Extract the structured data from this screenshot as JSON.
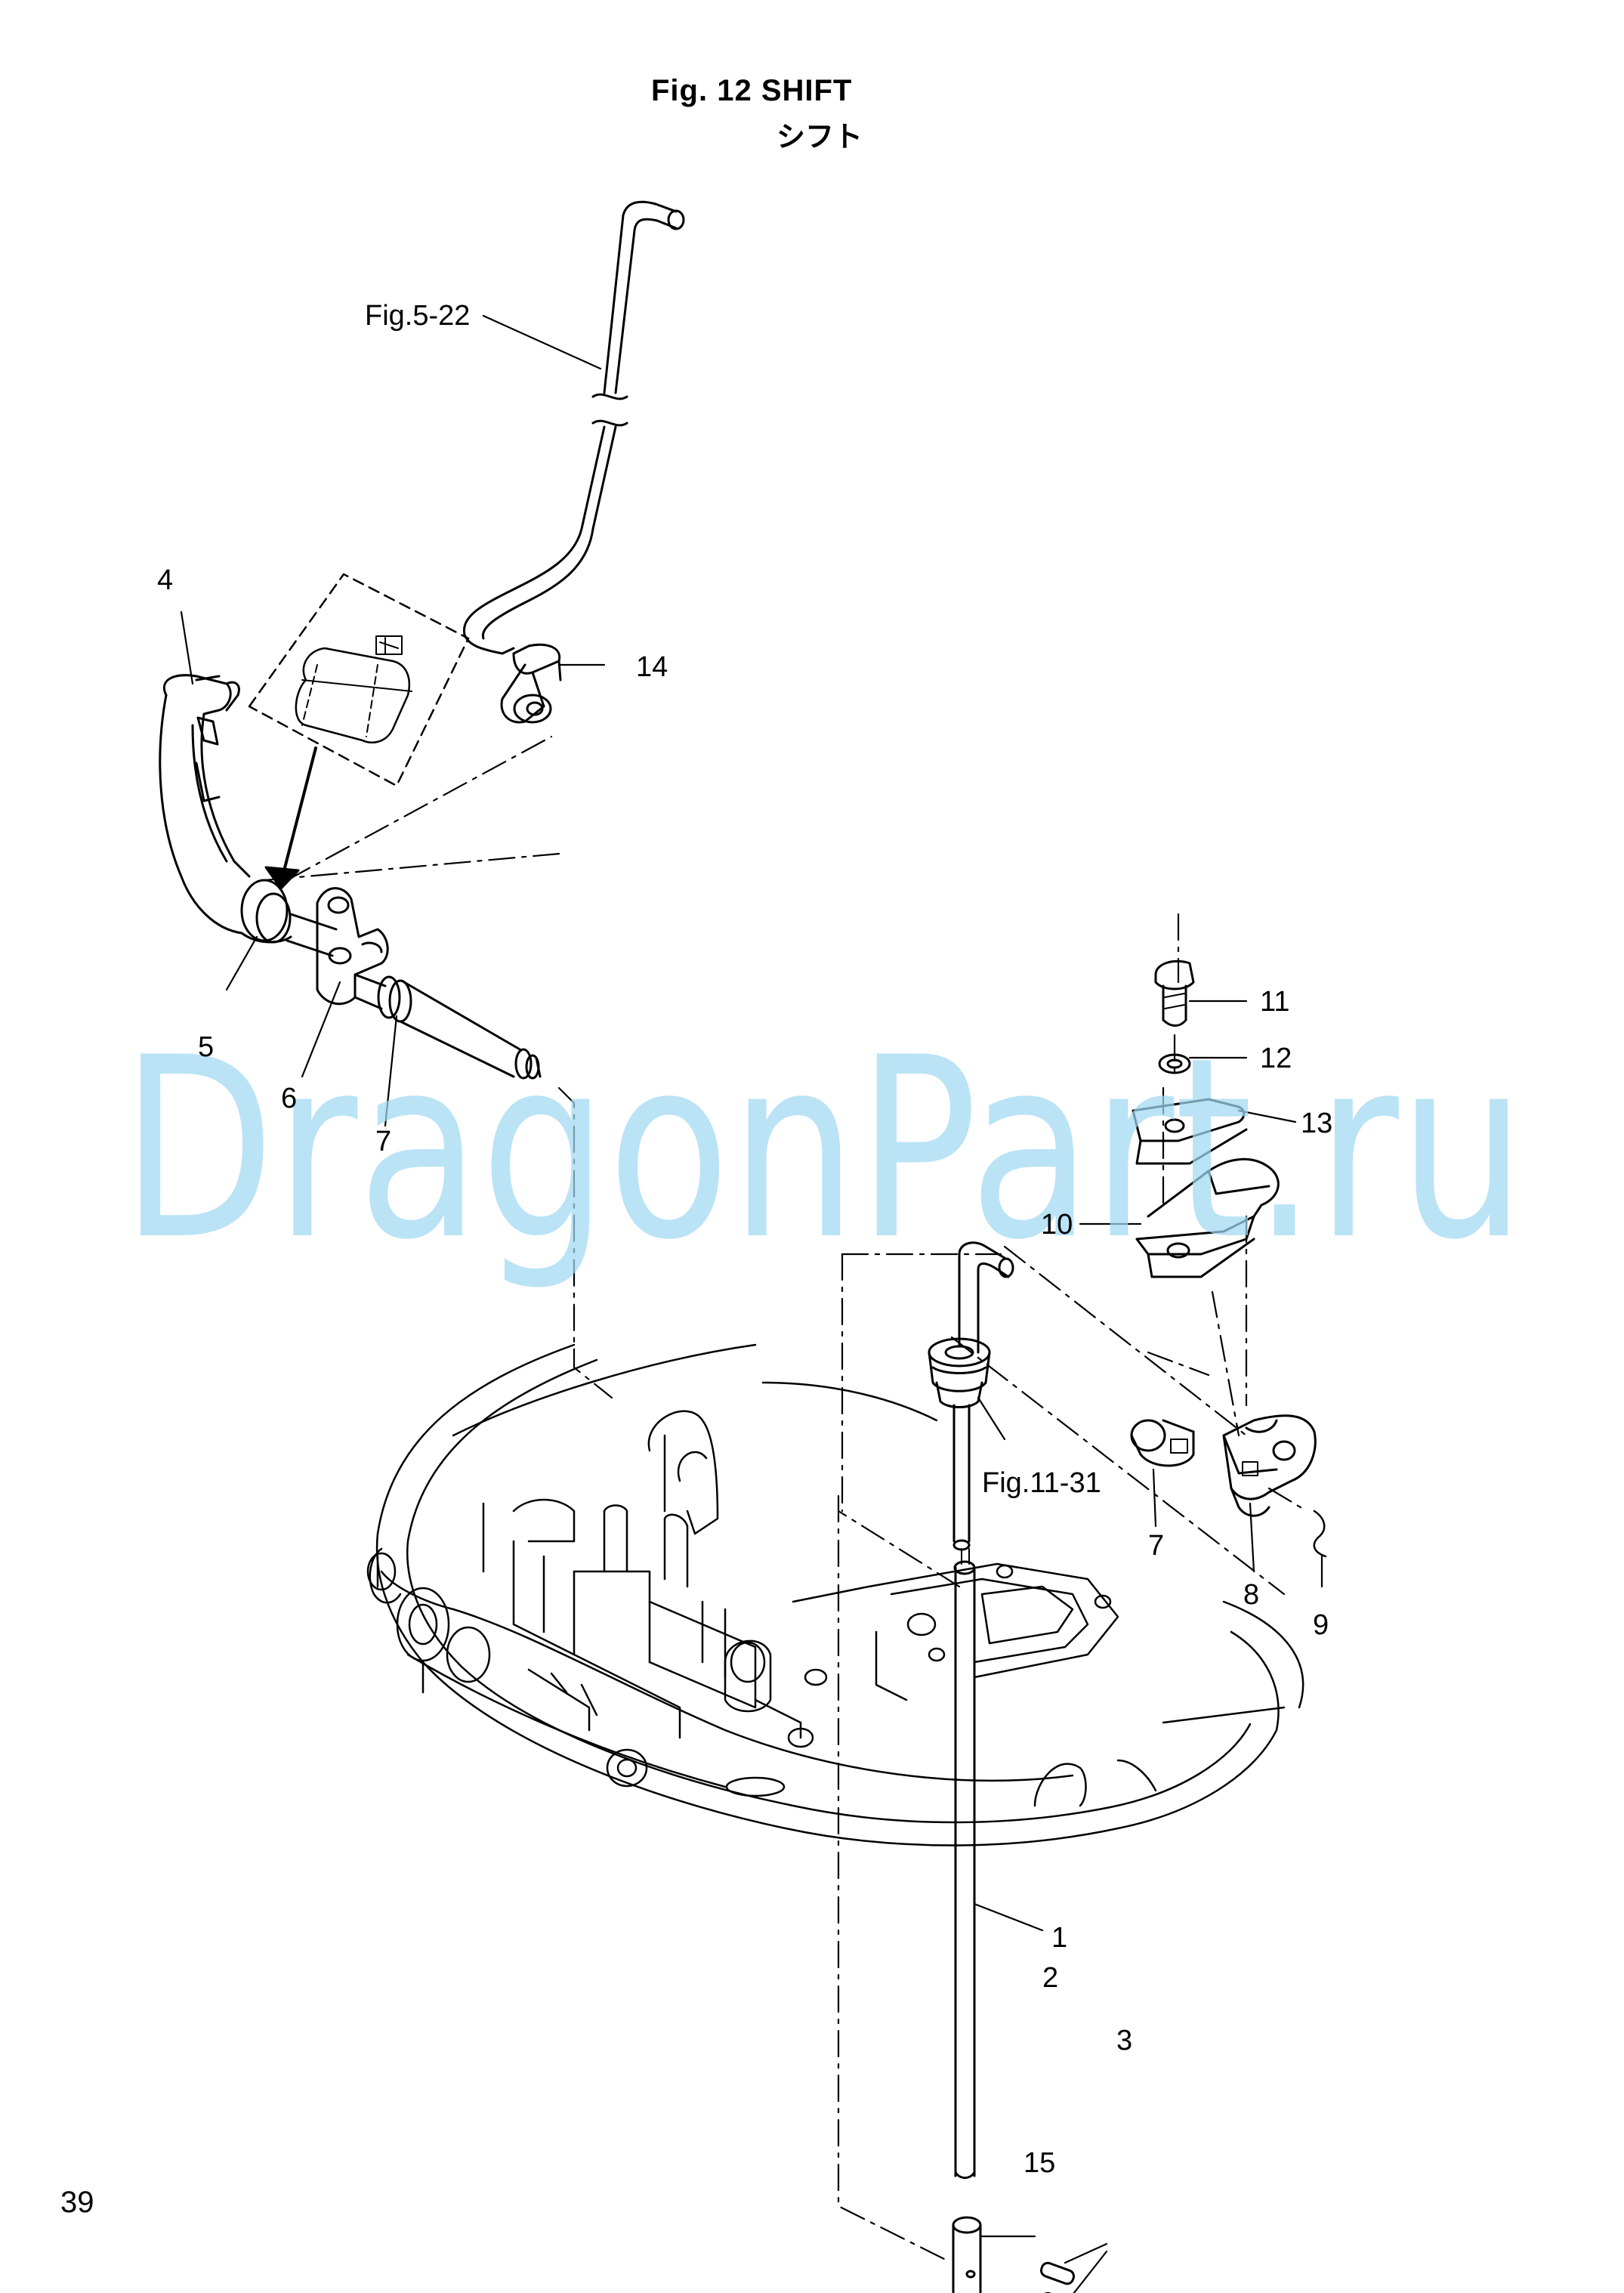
{
  "figure": {
    "title": "Fig. 12   SHIFT",
    "subtitle": "シフト",
    "page_number": "39",
    "watermark": "DragonPart.ru"
  },
  "callouts": {
    "c1": "1",
    "c2": "2",
    "c3": "3",
    "c4": "4",
    "c5": "5",
    "c6": "6",
    "c7a": "7",
    "c7b": "7",
    "c8": "8",
    "c9": "9",
    "c10": "10",
    "c11": "11",
    "c12": "12",
    "c13": "13",
    "c14": "14",
    "c15": "15",
    "ref_fig5_22": "Fig.5-22",
    "ref_fig11_31": "Fig.11-31"
  },
  "colors": {
    "ink": "#000000",
    "watermark": "#9fd8f3",
    "background": "#ffffff"
  }
}
